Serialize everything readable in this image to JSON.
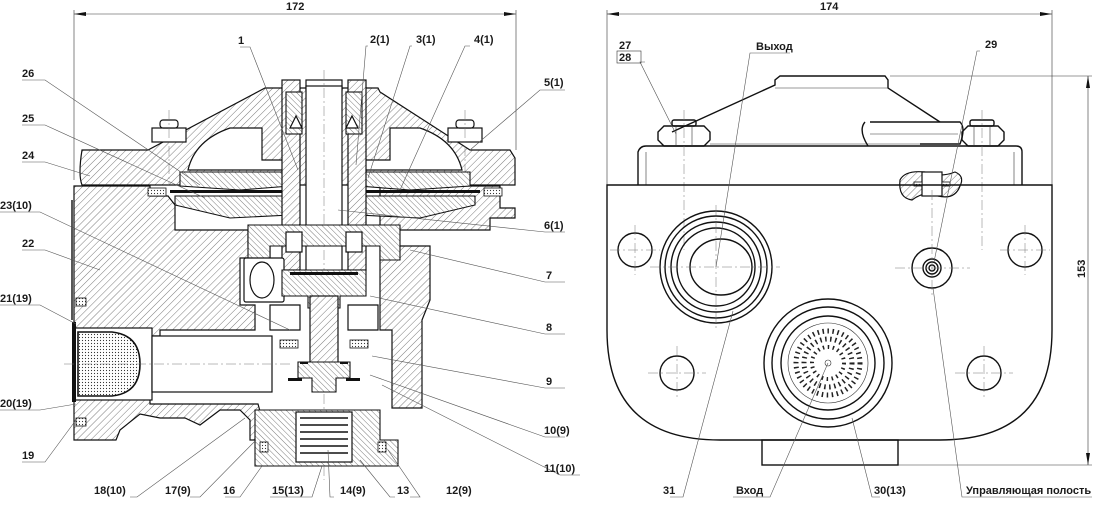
{
  "drawing": {
    "section_view": {
      "overall_width_dimension": "172",
      "callouts_left": [
        {
          "id": "26",
          "text": "26"
        },
        {
          "id": "25",
          "text": "25"
        },
        {
          "id": "24",
          "text": "24"
        },
        {
          "id": "23",
          "text": "23(10)"
        },
        {
          "id": "22",
          "text": "22"
        },
        {
          "id": "21",
          "text": "21(19)"
        },
        {
          "id": "20",
          "text": "20(19)"
        },
        {
          "id": "19",
          "text": "19"
        }
      ],
      "callouts_top": [
        {
          "id": "1",
          "text": "1"
        },
        {
          "id": "2",
          "text": "2(1)"
        },
        {
          "id": "3",
          "text": "3(1)"
        },
        {
          "id": "4",
          "text": "4(1)"
        }
      ],
      "callouts_right": [
        {
          "id": "5",
          "text": "5(1)"
        },
        {
          "id": "6",
          "text": "6(1)"
        },
        {
          "id": "7",
          "text": "7"
        },
        {
          "id": "8",
          "text": "8"
        },
        {
          "id": "9",
          "text": "9"
        },
        {
          "id": "10",
          "text": "10(9)"
        },
        {
          "id": "11",
          "text": "11(10)"
        }
      ],
      "callouts_bottom": [
        {
          "id": "18",
          "text": "18(10)"
        },
        {
          "id": "17",
          "text": "17(9)"
        },
        {
          "id": "16",
          "text": "16"
        },
        {
          "id": "15",
          "text": "15(13)"
        },
        {
          "id": "14",
          "text": "14(9)"
        },
        {
          "id": "13",
          "text": "13"
        },
        {
          "id": "12",
          "text": "12(9)"
        }
      ]
    },
    "front_view": {
      "overall_width_dimension": "174",
      "overall_height_dimension": "153",
      "callouts": {
        "bolt_top": "27",
        "bolt_bottom": "28",
        "outlet": "Выход",
        "part_29": "29",
        "part_31": "31",
        "inlet": "Вход",
        "part_30": "30(13)",
        "control_cavity": "Управляющая полость"
      }
    }
  }
}
